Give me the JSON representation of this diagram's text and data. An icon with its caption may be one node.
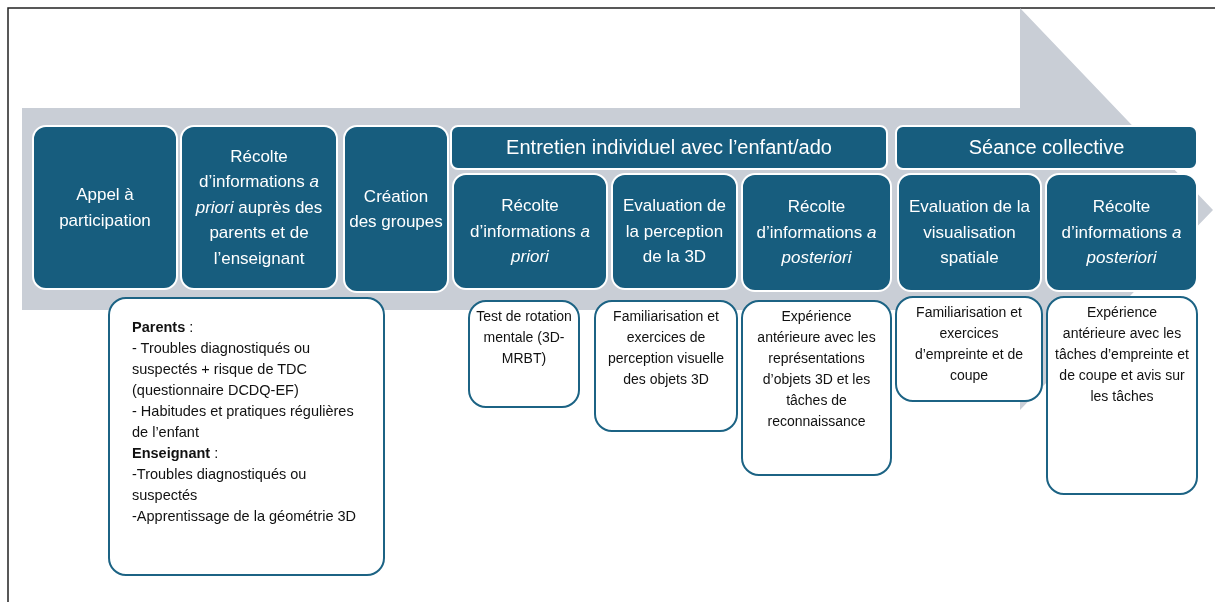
{
  "diagram": {
    "nodes": [
      {
        "text": [
          "Appel à participation"
        ]
      },
      {
        "text": [
          "Récolte d’informations *a priori* auprès des parents et de l’enseignant"
        ]
      },
      {
        "text": [
          "Création des groupes"
        ]
      },
      {
        "text": [
          "Entretien individuel avec l’enfant/ado"
        ]
      },
      {
        "text": [
          "Récolte d’informations *a priori*"
        ]
      },
      {
        "text": [
          "Evaluation de la perception de la 3D"
        ]
      },
      {
        "text": [
          "Récolte d’informations *a posteriori*"
        ]
      },
      {
        "text": [
          "Séance collective"
        ]
      },
      {
        "text": [
          "Evaluation de la visualisation spatiale"
        ]
      },
      {
        "text": [
          "Récolte d’informations *a posteriori*"
        ]
      },
      {
        "text": [
          "**Parents** :",
          "- Troubles diagnostiqués ou suspectés + risque de TDC (questionnaire DCDQ-EF)",
          "- Habitudes et pratiques régulières de l’enfant",
          "**Enseignant** :",
          "-Troubles diagnostiqués ou suspectés",
          "-Apprentissage de la géométrie 3D"
        ]
      },
      {
        "text": [
          "Test de rotation mentale (3D-MRBT)"
        ]
      },
      {
        "text": [
          "Familiarisation et exercices de perception visuelle des objets 3D"
        ]
      },
      {
        "text": [
          "Expérience antérieure avec les représentations d’objets 3D et les tâches de reconnaissance"
        ]
      },
      {
        "text": [
          "Familiarisation et exercices d’empreinte et de coupe"
        ]
      },
      {
        "text": [
          "Expérience antérieure avec les tâches d’empreinte et de coupe et avis sur les tâches"
        ]
      }
    ]
  }
}
